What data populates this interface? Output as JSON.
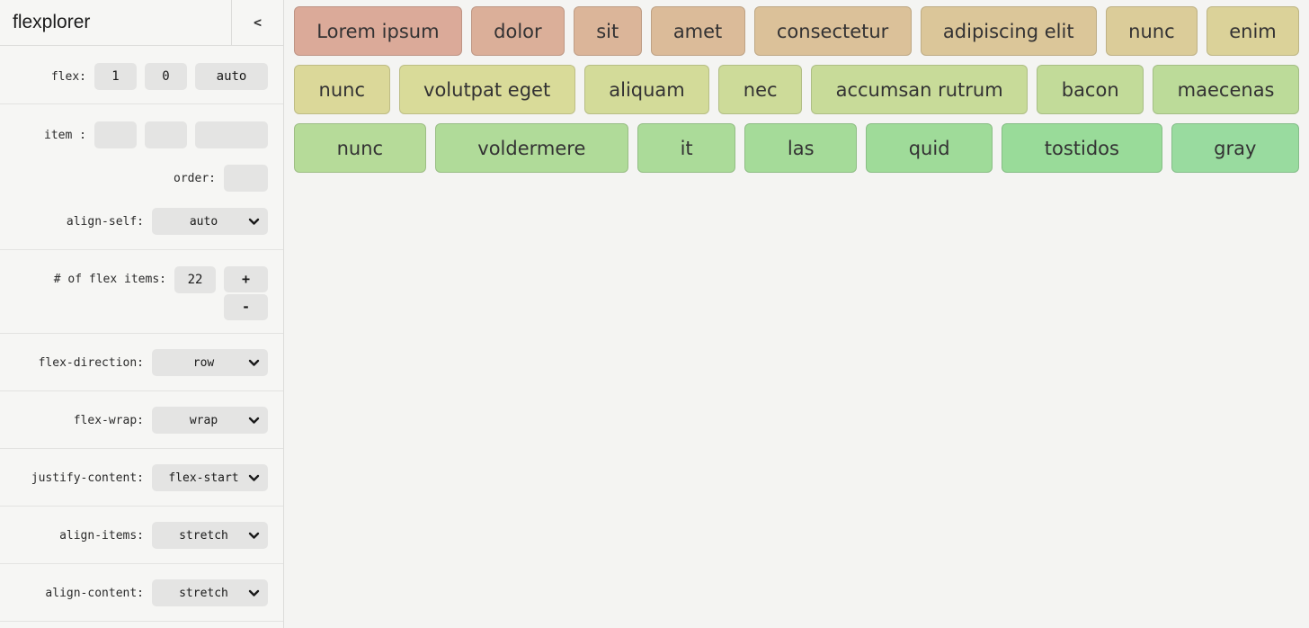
{
  "app": {
    "title": "flexplorer",
    "collapse_button": "<"
  },
  "sidebar": {
    "flex": {
      "label": "flex:",
      "grow": "1",
      "shrink": "0",
      "basis": "auto"
    },
    "item": {
      "label": "item :",
      "grow": "",
      "shrink": "",
      "basis": ""
    },
    "order": {
      "label": "order:",
      "value": ""
    },
    "align_self": {
      "label": "align-self:",
      "value": "auto"
    },
    "flex_items_count": {
      "label": "# of flex items:",
      "value": "22",
      "increment": "+",
      "decrement": "-"
    },
    "flex_direction": {
      "label": "flex-direction:",
      "value": "row"
    },
    "flex_wrap": {
      "label": "flex-wrap:",
      "value": "wrap"
    },
    "justify_content": {
      "label": "justify-content:",
      "value": "flex-start"
    },
    "align_items": {
      "label": "align-items:",
      "value": "stretch"
    },
    "align_content": {
      "label": "align-content:",
      "value": "stretch"
    }
  },
  "stage": {
    "rows": [
      [
        {
          "label": "Lorem ipsum",
          "color": "#dbaa99"
        },
        {
          "label": "dolor",
          "color": "#dbaf99"
        },
        {
          "label": "sit",
          "color": "#dbb599"
        },
        {
          "label": "amet",
          "color": "#dbbb99"
        },
        {
          "label": "consectetur",
          "color": "#dbc199"
        },
        {
          "label": "adipiscing elit",
          "color": "#dbc699"
        },
        {
          "label": "nunc",
          "color": "#dbcc99"
        },
        {
          "label": "enim",
          "color": "#dbd299"
        }
      ],
      [
        {
          "label": "nunc",
          "color": "#dbd899"
        },
        {
          "label": "volutpat eget",
          "color": "#d9db99"
        },
        {
          "label": "aliquam",
          "color": "#d3db99"
        },
        {
          "label": "nec",
          "color": "#cddb99"
        },
        {
          "label": "accumsan rutrum",
          "color": "#c8db99"
        },
        {
          "label": "bacon",
          "color": "#c2db99"
        },
        {
          "label": "maecenas",
          "color": "#bcdb99"
        }
      ],
      [
        {
          "label": "nunc",
          "color": "#b6db99"
        },
        {
          "label": "voldermere",
          "color": "#b0db99"
        },
        {
          "label": "it",
          "color": "#abdb99"
        },
        {
          "label": "las",
          "color": "#a5db99"
        },
        {
          "label": "quid",
          "color": "#9fdb99"
        },
        {
          "label": "tostidos",
          "color": "#99db99"
        },
        {
          "label": "gray",
          "color": "#99db9f"
        }
      ]
    ]
  }
}
